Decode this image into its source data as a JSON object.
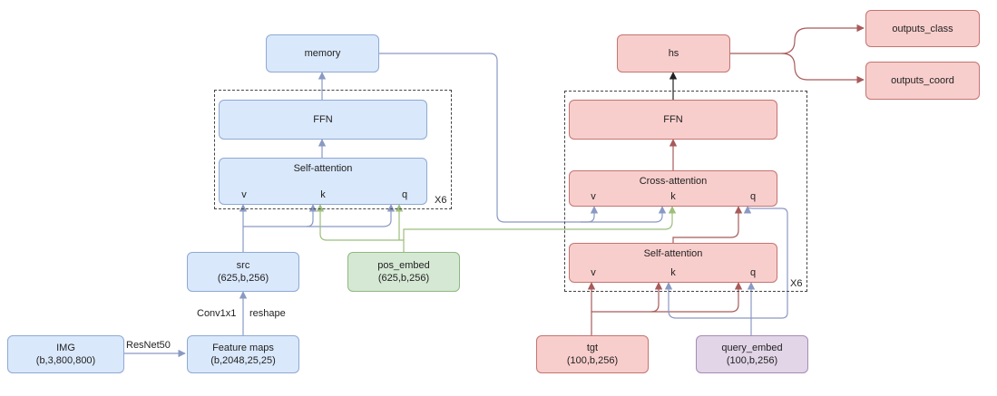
{
  "encoder": {
    "memory": "memory",
    "ffn": "FFN",
    "self_attention": {
      "title": "Self-attention",
      "v": "v",
      "k": "k",
      "q": "q"
    },
    "repeat": "X6",
    "src": {
      "name": "src",
      "shape": "(625,b,256)"
    },
    "pos_embed": {
      "name": "pos_embed",
      "shape": "(625,b,256)"
    },
    "feature_maps": {
      "name": "Feature maps",
      "shape": "(b,2048,25,25)"
    },
    "img": {
      "name": "IMG",
      "shape": "(b,3,800,800)"
    },
    "backbone_label": "ResNet50",
    "proj_labels": {
      "conv": "Conv1x1",
      "reshape": "reshape"
    }
  },
  "decoder": {
    "hs": "hs",
    "ffn": "FFN",
    "cross_attention": {
      "title": "Cross-attention",
      "v": "v",
      "k": "k",
      "q": "q"
    },
    "self_attention": {
      "title": "Self-attention",
      "v": "v",
      "k": "k",
      "q": "q"
    },
    "repeat": "X6",
    "tgt": {
      "name": "tgt",
      "shape": "(100,b,256)"
    },
    "query_embed": {
      "name": "query_embed",
      "shape": "(100,b,256)"
    }
  },
  "outputs": {
    "class": "outputs_class",
    "coord": "outputs_coord"
  },
  "colors": {
    "blue_fill": "#dae8fc",
    "blue_stroke": "#8fa9d1",
    "red_fill": "#f8cecc",
    "red_stroke": "#c47470",
    "green_fill": "#d5e8d4",
    "green_stroke": "#8fb881",
    "purple_fill": "#e1d5e7",
    "purple_stroke": "#a68bb5",
    "edge_blue": "#8a99c4",
    "edge_red": "#a85a5a",
    "edge_green": "#9cbf7a",
    "edge_gray": "#888888"
  }
}
